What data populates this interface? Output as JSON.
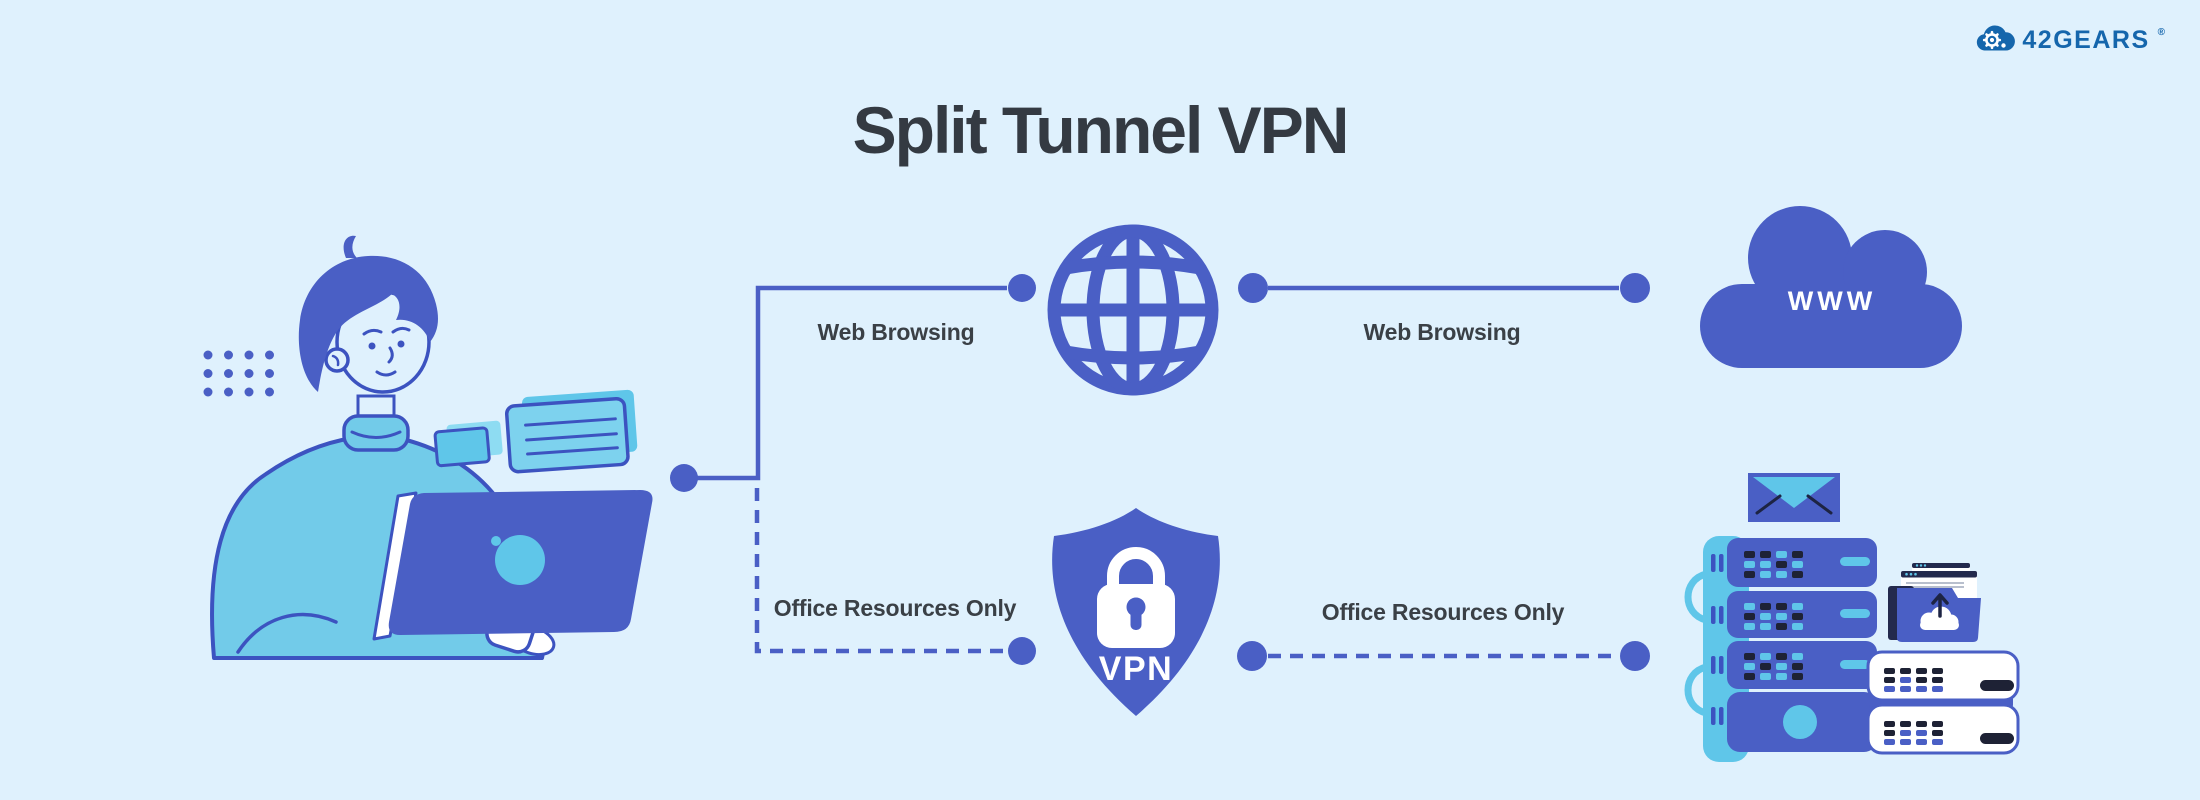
{
  "page": {
    "title": "Split Tunnel VPN"
  },
  "logo": {
    "brand": "42GEARS",
    "registered": "®"
  },
  "labels": {
    "web_browsing": "Web Browsing",
    "office_resources": "Office Resources Only"
  },
  "nodes": {
    "internet_cloud": {
      "label": "WWW"
    },
    "vpn_shield": {
      "label": "VPN"
    }
  },
  "colors": {
    "background": "#dff1fd",
    "primary_blue": "#4a5fc5",
    "navy_outline": "#3c53c0",
    "cyan": "#5fc6e9",
    "cyan_light": "#7dd2ee",
    "cyan_lighter": "#8edcf2",
    "sweater_cyan": "#72cbe9",
    "dark_led": "#1e2235",
    "dark_navy": "#232a4d",
    "heading_text": "#343a42",
    "label_text": "#3a4046",
    "logo_blue": "#1566ac"
  }
}
